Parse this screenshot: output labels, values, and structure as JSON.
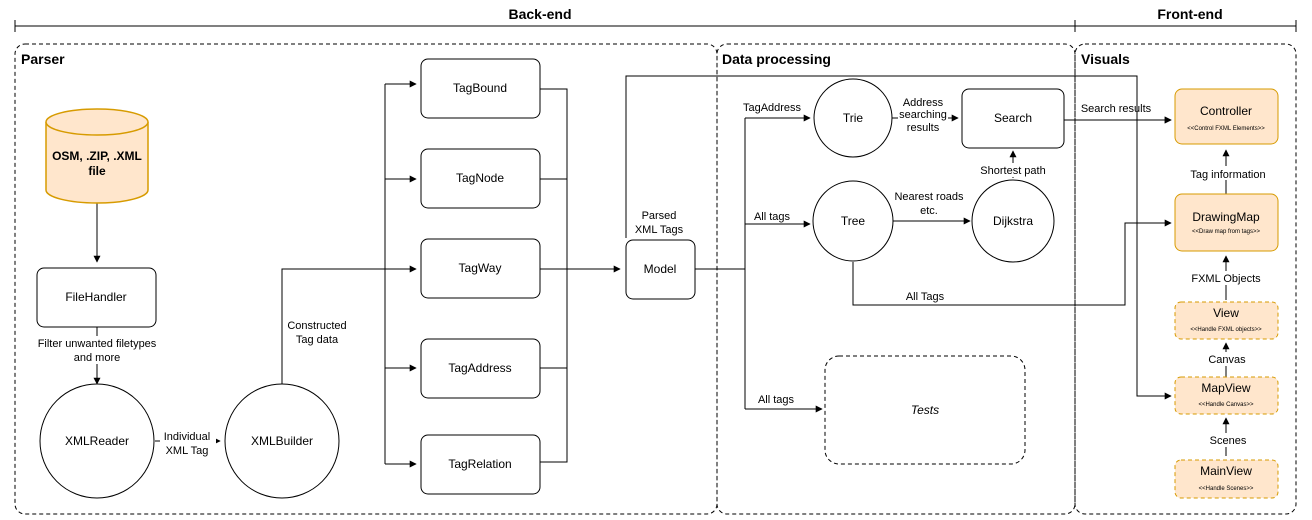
{
  "headers": {
    "backend": "Back-end",
    "frontend": "Front-end"
  },
  "sections": {
    "parser": "Parser",
    "data_processing": "Data processing",
    "visuals": "Visuals"
  },
  "nodes": {
    "file": [
      "OSM, .ZIP, .XML",
      "file"
    ],
    "filehandler": "FileHandler",
    "xmlreader": "XMLReader",
    "xmlbuilder": "XMLBuilder",
    "tagbound": "TagBound",
    "tagnode": "TagNode",
    "tagway": "TagWay",
    "tagaddress": "TagAddress",
    "tagrelation": "TagRelation",
    "model": "Model",
    "trie": "Trie",
    "tree": "Tree",
    "search": "Search",
    "dijkstra": "Dijkstra",
    "tests": "Tests",
    "controller": "Controller",
    "controller_sub": "<<Control FXML Elements>>",
    "drawingmap": "DrawingMap",
    "drawingmap_sub": "<<Draw map from tags>>",
    "view": "View",
    "view_sub": "<<Handle FXML objects>>",
    "mapview": "MapView",
    "mapview_sub": "<<Handle Canvas>>",
    "mainview": "MainView",
    "mainview_sub": "<<Handle Scenes>>"
  },
  "edge_labels": {
    "filter": [
      "Filter unwanted filetypes",
      "and more"
    ],
    "individual": [
      "Individual",
      "XML Tag"
    ],
    "constructed": [
      "Constructed",
      "Tag data"
    ],
    "parsed": [
      "Parsed",
      "XML Tags"
    ],
    "tagaddress": "TagAddress",
    "all_tags_tree": "All tags",
    "all_tags_tests": "All tags",
    "address_results": [
      "Address",
      "searching",
      "results"
    ],
    "nearest": [
      "Nearest roads",
      "etc."
    ],
    "shortest": "Shortest path",
    "all_tags_draw": "All Tags",
    "search_results": "Search results",
    "tag_information": "Tag information",
    "fxml_objects": "FXML Objects",
    "canvas": "Canvas",
    "scenes": "Scenes"
  },
  "colors": {
    "db_fill": "#ffe6cc",
    "db_stroke": "#d79b00",
    "box_fill": "#ffe6cc",
    "box_stroke": "#d79b00",
    "stroke": "#000000"
  }
}
